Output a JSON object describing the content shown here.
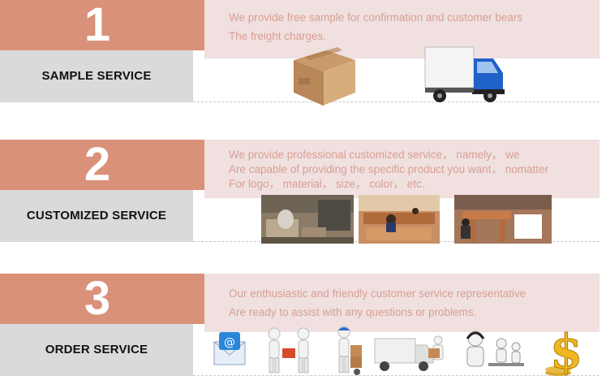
{
  "sections": [
    {
      "number": "1",
      "title": "SAMPLE SERVICE",
      "lines": [
        "We provide free sample for confirmation and customer bears",
        "The freight charges."
      ]
    },
    {
      "number": "2",
      "title": "CUSTOMIZED SERVICE",
      "lines": [
        "We provide professional customized service， namely， we",
        "Are capable of providing the specific product you want， nomatter",
        "For logo， material， size， color， etc."
      ]
    },
    {
      "number": "3",
      "title": "ORDER SERVICE",
      "lines": [
        "Our enthusiastic and friendly customer service representative",
        "Are ready to assist with any questions or problems."
      ]
    }
  ],
  "colors": {
    "accent": "#d9917a",
    "panel": "#f0e0e0",
    "panel_text": "#d89f92",
    "label_bg": "#dadada"
  },
  "icons": {
    "section1": [
      "cardboard-box-icon",
      "delivery-truck-icon"
    ],
    "section2": [
      "workshop-photo-1",
      "workshop-photo-2",
      "workshop-photo-3"
    ],
    "section3": [
      "email-envelope-icon",
      "handshake-figures-icon",
      "hand-truck-figure-icon",
      "delivery-van-figure-icon",
      "call-center-figures-icon",
      "dollar-sign-icon"
    ]
  }
}
